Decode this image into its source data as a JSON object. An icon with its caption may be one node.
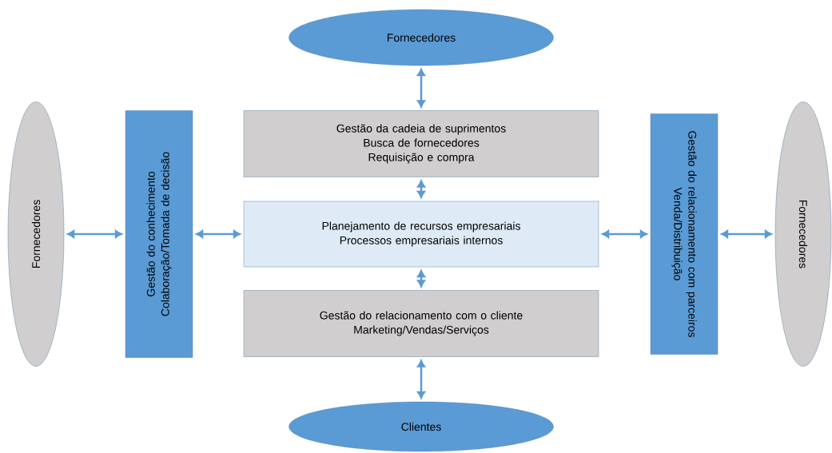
{
  "diagram": {
    "nodes": [
      {
        "text": [
          "Fornecedores"
        ]
      },
      {
        "text": [
          "Fornecedores"
        ]
      },
      {
        "text": [
          "Gestão do conhecimento",
          "Colaboração/Tomada de decisão"
        ]
      },
      {
        "text": [
          "Gestão da cadeia de suprimentos",
          "Busca de fornecedores",
          "Requisição e compra"
        ]
      },
      {
        "text": [
          "Planejamento de recursos empresariais",
          "Processos empresariais internos"
        ]
      },
      {
        "text": [
          "Gestão do relacionamento com o cliente",
          "Marketing/Vendas/Serviços"
        ]
      },
      {
        "text": [
          "Gestão do relacionamento com parceiros",
          "Venda/Distribuição"
        ]
      },
      {
        "text": [
          "Fornecedores"
        ]
      },
      {
        "text": [
          "Clientes"
        ]
      }
    ],
    "edges": [
      {
        "from": 0,
        "to": 3,
        "arrow": "both"
      },
      {
        "from": 3,
        "to": 4,
        "arrow": "both"
      },
      {
        "from": 4,
        "to": 5,
        "arrow": "both"
      },
      {
        "from": 5,
        "to": 8,
        "arrow": "both"
      },
      {
        "from": 1,
        "to": 2,
        "arrow": "both"
      },
      {
        "from": 2,
        "to": 4,
        "arrow": "both"
      },
      {
        "from": 4,
        "to": 6,
        "arrow": "both"
      },
      {
        "from": 6,
        "to": 7,
        "arrow": "both"
      }
    ]
  }
}
